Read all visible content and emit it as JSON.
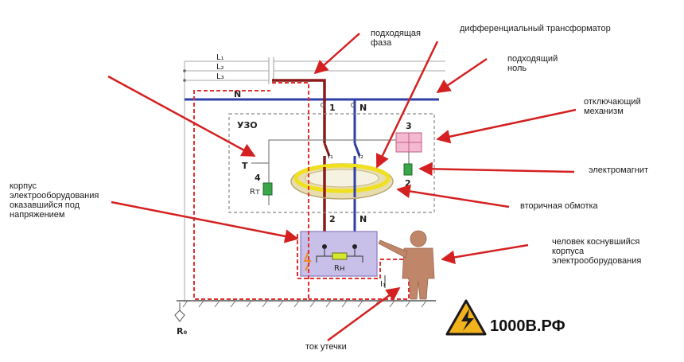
{
  "callouts": {
    "incoming_phase": "подходящая\nфаза",
    "diff_transformer": "дифференциальный трансформатор",
    "incoming_neutral": "подходящий\nноль",
    "trip_mechanism": "отключающий\nмеханизм",
    "electromagnet": "электромагнит",
    "secondary_winding": "вторичная обмотка",
    "equipment_casing": "корпус\nэлектрооборудования\nоказавшийся под\nнапряжением",
    "person": "человек коснувшийся\nкорпуса\nэлектрооборудования",
    "leakage_current": "ток утечки"
  },
  "labels": {
    "L1": "L₁",
    "L2": "L₂",
    "L3": "L₃",
    "N_bus": "N",
    "rcd": "УЗО",
    "terminal_1": "1",
    "terminal_N_top": "N",
    "terminal_2": "2",
    "terminal_N_bottom": "N",
    "block_3": "3",
    "block_4": "4",
    "T": "T",
    "RT": "Rт",
    "RN": "Rн",
    "I1": "I₁",
    "I2": "I₂",
    "If": "I₁",
    "R0": "R₀"
  },
  "brand": {
    "text": "1000В.РФ"
  },
  "colors": {
    "arrow": "#d42020",
    "phase": "#8b1a1a",
    "neutral": "#2f3fa8",
    "leak": "#e03030",
    "casing": "#c8c0e8",
    "toroid": "#e8ddb0",
    "toroid_core": "#f0e020"
  }
}
